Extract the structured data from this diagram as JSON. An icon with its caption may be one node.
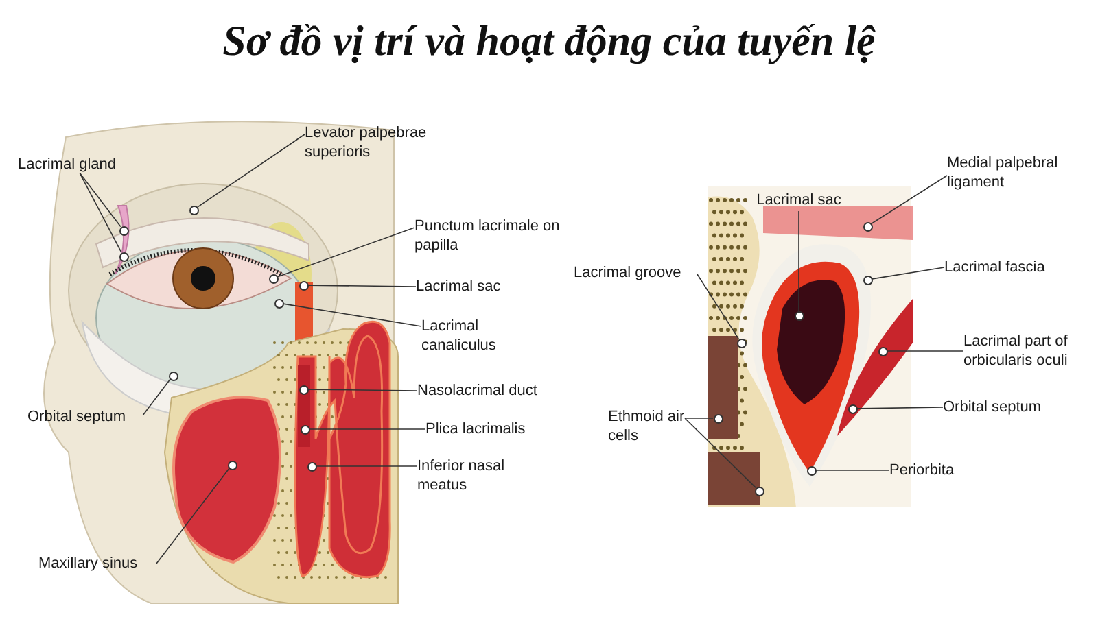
{
  "diagram": {
    "title": "Sơ đồ vị trí và hoạt động của tuyến lệ",
    "nodes": [
      {
        "text": [
          "Lacrimal gland"
        ]
      },
      {
        "text": [],
        "shape": "circle"
      },
      {
        "text": [],
        "shape": "circle"
      },
      {
        "text": [
          "Levator palpebrae superioris"
        ]
      },
      {
        "text": [],
        "shape": "circle"
      },
      {
        "text": [
          "Punctum lacrimale on papilla"
        ]
      },
      {
        "text": [],
        "shape": "circle"
      },
      {
        "text": [
          "Lacrimal sac"
        ]
      },
      {
        "text": [],
        "shape": "circle"
      },
      {
        "text": [
          "Lacrimal canaliculus"
        ]
      },
      {
        "text": [],
        "shape": "circle"
      },
      {
        "text": [
          "Orbital septum"
        ]
      },
      {
        "text": [],
        "shape": "circle"
      },
      {
        "text": [
          "Nasolacrimal duct"
        ]
      },
      {
        "text": [],
        "shape": "circle"
      },
      {
        "text": [
          "Plica lacrimalis"
        ]
      },
      {
        "text": [],
        "shape": "circle"
      },
      {
        "text": [
          "Inferior nasal meatus"
        ]
      },
      {
        "text": [],
        "shape": "circle"
      },
      {
        "text": [
          "Maxillary sinus"
        ]
      },
      {
        "text": [],
        "shape": "circle"
      },
      {
        "text": [
          "Medial palpebral ligament"
        ]
      },
      {
        "text": [],
        "shape": "circle"
      },
      {
        "text": [
          "Lacrimal sac"
        ]
      },
      {
        "text": [],
        "shape": "circle"
      },
      {
        "text": [
          "Lacrimal groove"
        ]
      },
      {
        "text": [],
        "shape": "circle"
      },
      {
        "text": [
          "Lacrimal fascia"
        ]
      },
      {
        "text": [],
        "shape": "circle"
      },
      {
        "text": [
          "Lacrimal part of orbicularis oculi"
        ]
      },
      {
        "text": [],
        "shape": "circle"
      },
      {
        "text": [
          "Orbital septum"
        ]
      },
      {
        "text": [],
        "shape": "circle"
      },
      {
        "text": [
          "Ethmoid air cells"
        ]
      },
      {
        "text": [],
        "shape": "circle"
      },
      {
        "text": [],
        "shape": "circle"
      },
      {
        "text": [
          "Periorbita"
        ]
      },
      {
        "text": [],
        "shape": "circle"
      }
    ],
    "edges": [
      {
        "from": 0,
        "to": 1,
        "arrow": "none"
      },
      {
        "from": 0,
        "to": 2,
        "arrow": "none"
      },
      {
        "from": 3,
        "to": 4,
        "arrow": "none"
      },
      {
        "from": 5,
        "to": 6,
        "arrow": "none"
      },
      {
        "from": 7,
        "to": 8,
        "arrow": "none"
      },
      {
        "from": 9,
        "to": 10,
        "arrow": "none"
      },
      {
        "from": 11,
        "to": 12,
        "arrow": "none"
      },
      {
        "from": 13,
        "to": 14,
        "arrow": "none"
      },
      {
        "from": 15,
        "to": 16,
        "arrow": "none"
      },
      {
        "from": 17,
        "to": 18,
        "arrow": "none"
      },
      {
        "from": 19,
        "to": 20,
        "arrow": "none"
      },
      {
        "from": 21,
        "to": 22,
        "arrow": "none"
      },
      {
        "from": 23,
        "to": 24,
        "arrow": "none"
      },
      {
        "from": 25,
        "to": 26,
        "arrow": "none"
      },
      {
        "from": 27,
        "to": 28,
        "arrow": "none"
      },
      {
        "from": 29,
        "to": 30,
        "arrow": "none"
      },
      {
        "from": 31,
        "to": 32,
        "arrow": "none"
      },
      {
        "from": 33,
        "to": 34,
        "arrow": "none"
      },
      {
        "from": 33,
        "to": 35,
        "arrow": "none"
      },
      {
        "from": 36,
        "to": 37,
        "arrow": "none"
      }
    ]
  }
}
